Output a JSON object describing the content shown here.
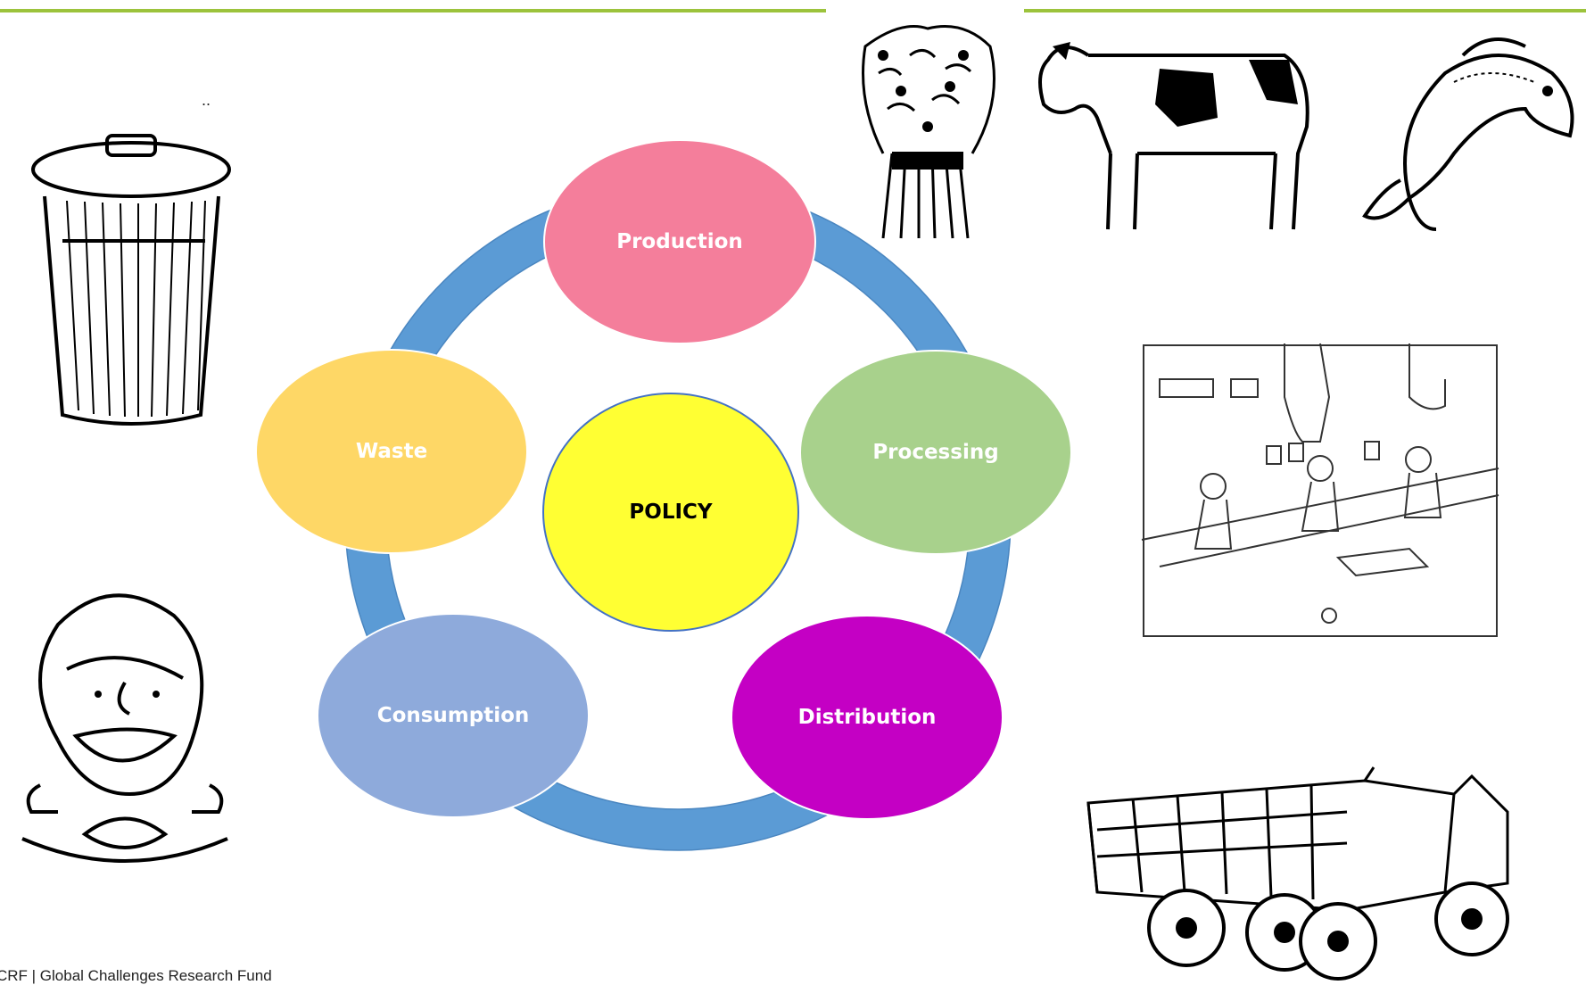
{
  "slide": {
    "dots": "..",
    "footer": "CRF | Global Challenges Research Fund"
  },
  "cycle": {
    "center": "POLICY",
    "stages": [
      {
        "label": "Production",
        "color": "#f47e9b"
      },
      {
        "label": "Processing",
        "color": "#a8d18c"
      },
      {
        "label": "Distribution",
        "color": "#c400c4"
      },
      {
        "label": "Consumption",
        "color": "#8eaadb"
      },
      {
        "label": "Waste",
        "color": "#fed766"
      }
    ],
    "ring_color": "#5b9bd5",
    "center_color": "#ffff33"
  },
  "illustrations": [
    "wheat-sheaf-icon",
    "cow-icon",
    "fish-icon",
    "factory-icon",
    "truck-icon",
    "child-eating-icon",
    "trash-can-icon"
  ],
  "colors": {
    "accent_rule": "#9cc33c"
  }
}
